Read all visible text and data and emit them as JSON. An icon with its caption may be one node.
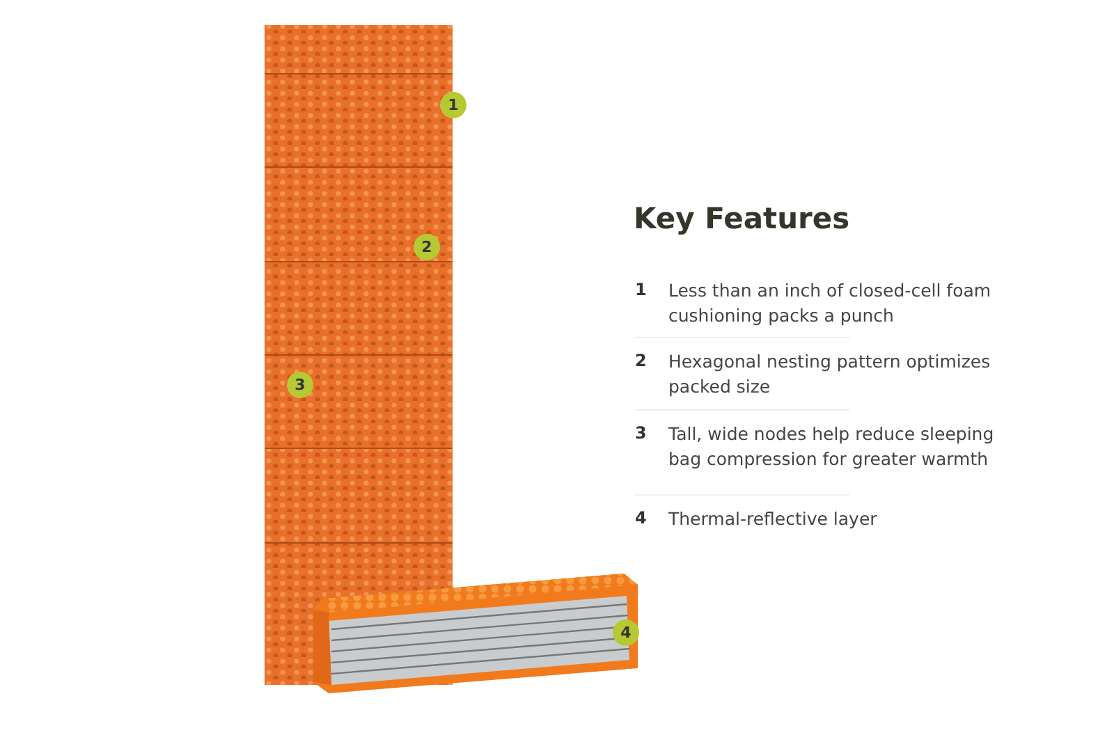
{
  "diagram": {
    "title": "Key Features",
    "nodes": [
      {
        "text": [
          "1"
        ]
      },
      {
        "text": [
          "2"
        ]
      },
      {
        "text": [
          "3"
        ]
      },
      {
        "text": [
          "4"
        ]
      }
    ],
    "labels": [
      "1",
      "Less than an inch of closed-cell foam cushioning packs a punch",
      "2",
      "Hexagonal nesting pattern optimizes packed size",
      "3",
      "Tall, wide nodes help reduce sleeping bag compression for greater warmth",
      "4",
      "Thermal-reflective layer"
    ]
  }
}
